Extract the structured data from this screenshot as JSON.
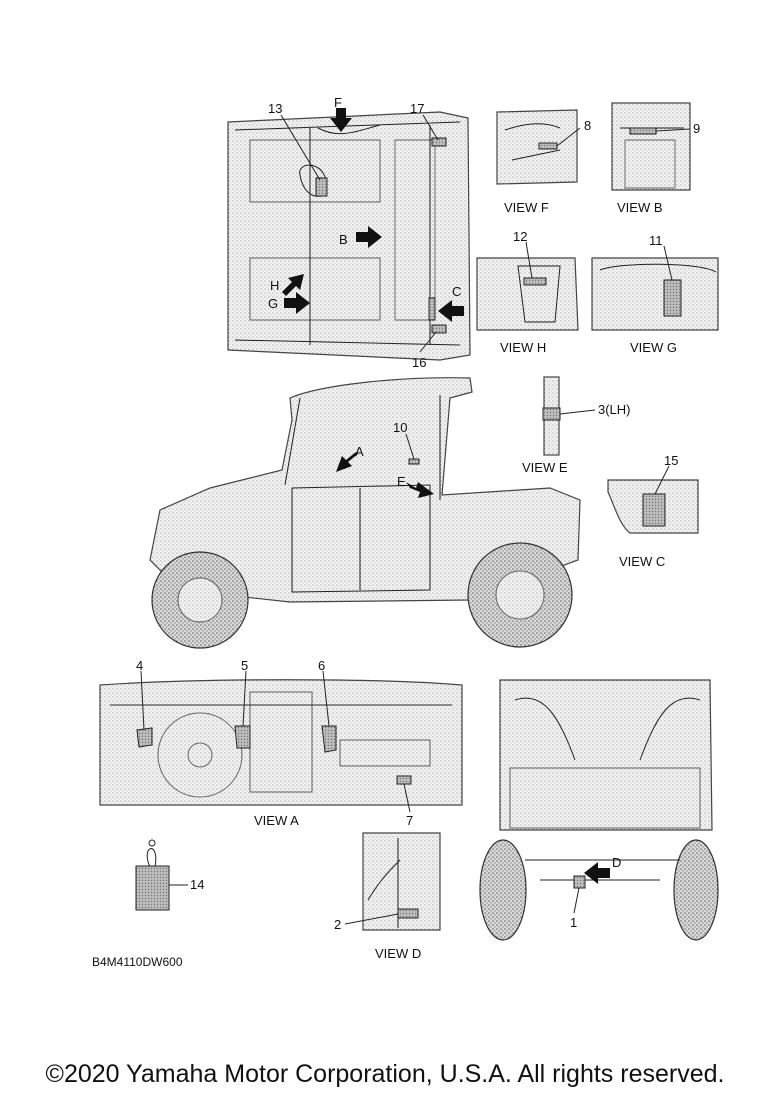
{
  "diagram_code": "B4M4110DW600",
  "copyright": "©2020 Yamaha Motor Corporation, U.S.A. All rights reserved.",
  "view_titles": {
    "f": "VIEW F",
    "b": "VIEW B",
    "h": "VIEW H",
    "g": "VIEW G",
    "e": "VIEW E",
    "c": "VIEW C",
    "a": "VIEW A",
    "d": "VIEW D"
  },
  "view_letters": {
    "f": "F",
    "b": "B",
    "h": "H",
    "g": "G",
    "c": "C",
    "a": "A",
    "e": "E",
    "d": "D"
  },
  "part_numbers": {
    "p1": "1",
    "p2": "2",
    "p3": "3(LH)",
    "p4": "4",
    "p5": "5",
    "p6": "6",
    "p7": "7",
    "p8": "8",
    "p9": "9",
    "p10": "10",
    "p11": "11",
    "p12": "12",
    "p13": "13",
    "p14": "14",
    "p15": "15",
    "p16": "16",
    "p17": "17"
  }
}
